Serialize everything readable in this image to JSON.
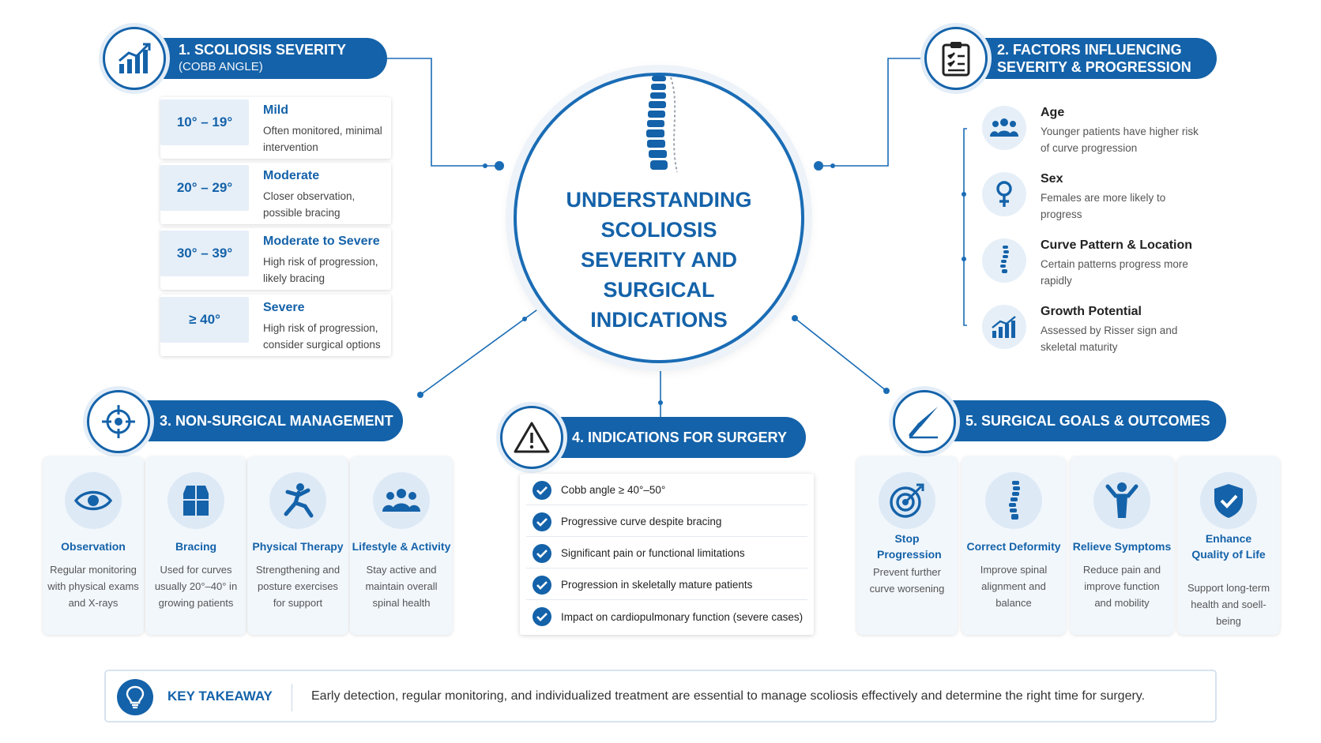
{
  "main": {
    "title": "UNDERSTANDING SCOLIOSIS SEVERITY AND SURGICAL INDICATIONS"
  },
  "section1": {
    "title": "1. SCOLIOSIS SEVERITY",
    "subtitle": "(COBB ANGLE)",
    "icon": "bar-chart-icon",
    "rows": [
      {
        "range": "10° – 19°",
        "title": "Mild",
        "desc": "Often monitored, minimal intervention"
      },
      {
        "range": "20° – 29°",
        "title": "Moderate",
        "desc": "Closer observation, possible bracing"
      },
      {
        "range": "30° – 39°",
        "title": "Moderate to Severe",
        "desc": "High risk of progression, likely bracing"
      },
      {
        "range": "≥ 40°",
        "title": "Severe",
        "desc": "High risk of progression, consider surgical options"
      }
    ]
  },
  "section2": {
    "title": "2. FACTORS INFLUENCING",
    "title2": "SEVERITY & PROGRESSION",
    "icon": "clipboard-icon",
    "items": [
      {
        "icon": "people-icon",
        "title": "Age",
        "desc": "Younger patients have higher risk of curve progression"
      },
      {
        "icon": "female-icon",
        "title": "Sex",
        "desc": "Females are more likely to progress"
      },
      {
        "icon": "spine-icon",
        "title": "Curve Pattern & Location",
        "desc": "Certain patterns progress more rapidly"
      },
      {
        "icon": "growth-chart-icon",
        "title": "Growth Potential",
        "desc": "Assessed by Risser sign and skeletal maturity"
      }
    ]
  },
  "section3": {
    "title": "3. NON-SURGICAL MANAGEMENT",
    "icon": "target-icon",
    "cards": [
      {
        "icon": "eye-icon",
        "title": "Observation",
        "desc": "Regular monitoring with physical exams and X-rays"
      },
      {
        "icon": "brace-icon",
        "title": "Bracing",
        "desc": "Used for curves usually 20°–40° in growing patients"
      },
      {
        "icon": "exercise-icon",
        "title": "Physical Therapy",
        "desc": "Strengthening and posture exercises for support"
      },
      {
        "icon": "group-icon",
        "title": "Lifestyle & Activity",
        "desc": "Stay active and maintain overall spinal health"
      }
    ]
  },
  "section4": {
    "title": "4. INDICATIONS FOR SURGERY",
    "icon": "warning-icon",
    "items": [
      "Cobb angle ≥ 40°–50°",
      "Progressive curve despite bracing",
      "Significant pain or functional limitations",
      "Progression in skeletally mature patients",
      "Impact on cardiopulmonary function (severe cases)"
    ]
  },
  "section5": {
    "title": "5. SURGICAL GOALS & OUTCOMES",
    "icon": "scalpel-icon",
    "cards": [
      {
        "icon": "bullseye-icon",
        "title": "Stop Progression",
        "desc": "Prevent further curve worsening"
      },
      {
        "icon": "spine-icon",
        "title": "Correct Deformity",
        "desc": "Improve spinal alignment and balance"
      },
      {
        "icon": "person-icon",
        "title": "Relieve Symptoms",
        "desc": "Reduce pain and improve function and mobility"
      },
      {
        "icon": "shield-check-icon",
        "title": "Enhance Quality of Life",
        "desc": "Support long-term health and soell-being"
      }
    ]
  },
  "takeaway": {
    "label": "KEY TAKEAWAY",
    "text": "Early detection, regular monitoring, and individualized treatment are essential to manage scoliosis effectively and determine the right time for surgery.",
    "icon": "lightbulb-icon"
  },
  "colors": {
    "primary": "#1462a9",
    "light": "#e6eff8",
    "card": "#f2f7fc"
  }
}
